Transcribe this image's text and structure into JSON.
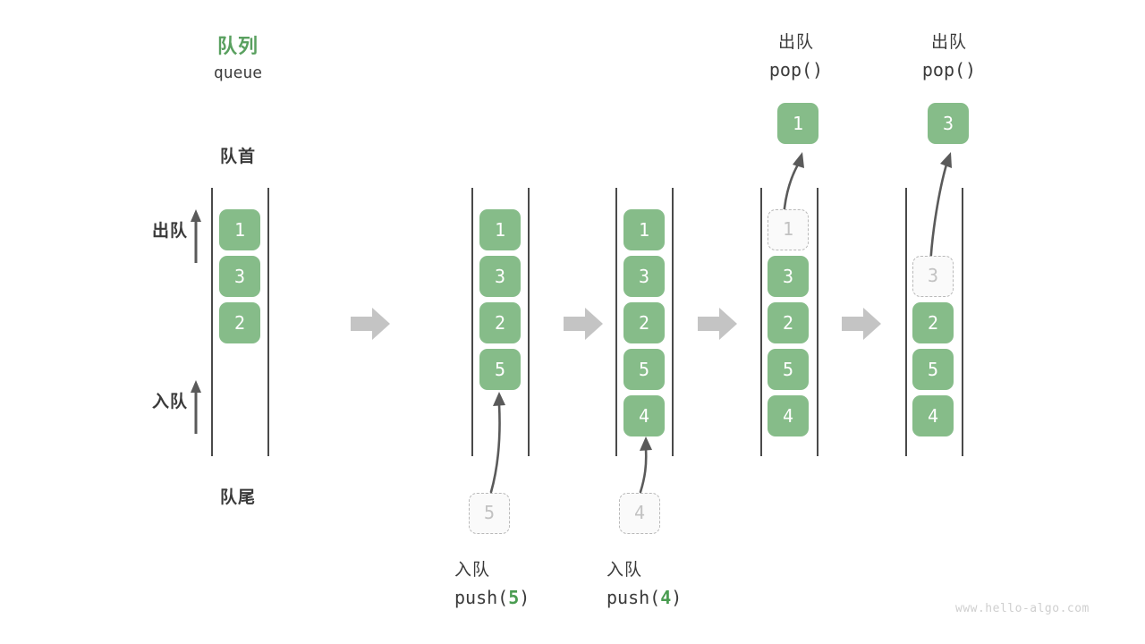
{
  "figure": {
    "title_cn": "队列",
    "title_en": "queue",
    "head_label": "队首",
    "tail_label": "队尾",
    "side_ops": [
      {
        "name": "dequeue-side-label",
        "text": "出队"
      },
      {
        "name": "enqueue-side-label",
        "text": "入队"
      }
    ],
    "watermark": "www.hello-algo.com",
    "colors": {
      "accent_green": "#86bc89",
      "title_green": "#59a05f",
      "code_green": "#4a9c51",
      "rail": "#4a4a4a",
      "ghost_border": "#b9b9b9",
      "ghost_fill": "#fafafa",
      "ghost_text": "#c2c2c2",
      "arrow_gray": "#c4c4c4",
      "curve_arrow": "#5a5a5a",
      "text_dark": "#3a3a3a",
      "watermark": "#cfcfcf"
    }
  },
  "chart_data": {
    "type": "diagram",
    "title": "队列 queue",
    "description": "队列的入队与出队操作示意图",
    "stages": [
      {
        "id": "initial",
        "caption_cn": "",
        "caption_code": "",
        "cells": [
          "1",
          "3",
          "2"
        ],
        "ghost_slot_index": null,
        "ghost_value": null,
        "incoming_value": null,
        "popped_value": null,
        "pop_caption_cn": "",
        "pop_caption_code": ""
      },
      {
        "id": "push-5",
        "caption_cn": "入队",
        "caption_code": "push(5)",
        "caption_code_prefix": "push(",
        "caption_code_num": "5",
        "caption_code_suffix": ")",
        "cells": [
          "1",
          "3",
          "2",
          "5"
        ],
        "ghost_slot_index": null,
        "ghost_value": null,
        "incoming_value": "5",
        "popped_value": null
      },
      {
        "id": "push-4",
        "caption_cn": "入队",
        "caption_code": "push(4)",
        "caption_code_prefix": "push(",
        "caption_code_num": "4",
        "caption_code_suffix": ")",
        "cells": [
          "1",
          "3",
          "2",
          "5",
          "4"
        ],
        "ghost_slot_index": null,
        "ghost_value": null,
        "incoming_value": "4",
        "popped_value": null
      },
      {
        "id": "pop-1",
        "caption_cn": "出队",
        "caption_code": "pop()",
        "cells": [
          "3",
          "2",
          "5",
          "4"
        ],
        "ghost_slot_index": 0,
        "ghost_value": "1",
        "incoming_value": null,
        "popped_value": "1"
      },
      {
        "id": "pop-3",
        "caption_cn": "出队",
        "caption_code": "pop()",
        "cells": [
          "2",
          "5",
          "4"
        ],
        "ghost_slot_index": 1,
        "ghost_value": "3",
        "incoming_value": null,
        "popped_value": "3"
      }
    ],
    "transition_arrow_count": 4,
    "notes": "队首在上方（出队端），队尾在下方（入队端）"
  }
}
